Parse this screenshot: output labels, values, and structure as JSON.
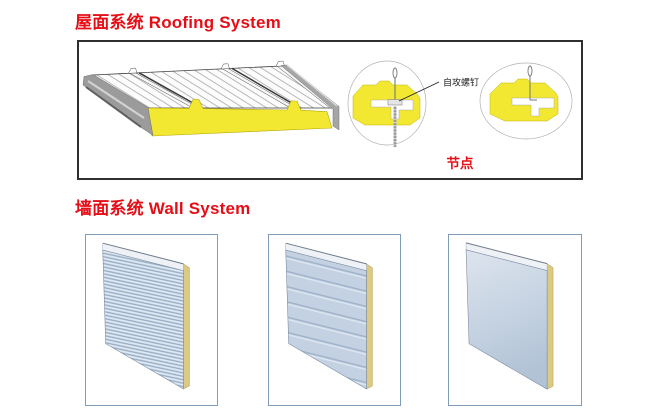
{
  "colors": {
    "accent_red": "#e60e16",
    "foam_yellow": "#f2e832",
    "foam_edge_tan": "#dcca82",
    "panel_face_blue": "#c6d4e4",
    "roof_box_border": "#2f2f2f",
    "wall_box_border": "#7f9cba"
  },
  "roofing_section": {
    "title": "屋面系统 Roofing System",
    "figure": {
      "roof_panel_icon": "roof-sandwich-panel-3d",
      "detail_left_icon": "seam-joint-screw-section",
      "detail_right_icon": "seam-joint-section",
      "screw_label": "自攻螺钉",
      "node_label": "节点"
    }
  },
  "wall_section": {
    "title": "墙面系统 Wall System",
    "panels": [
      {
        "icon": "wall-sandwich-panel-corrugated"
      },
      {
        "icon": "wall-sandwich-panel-ribbed"
      },
      {
        "icon": "wall-sandwich-panel-flat"
      }
    ]
  }
}
